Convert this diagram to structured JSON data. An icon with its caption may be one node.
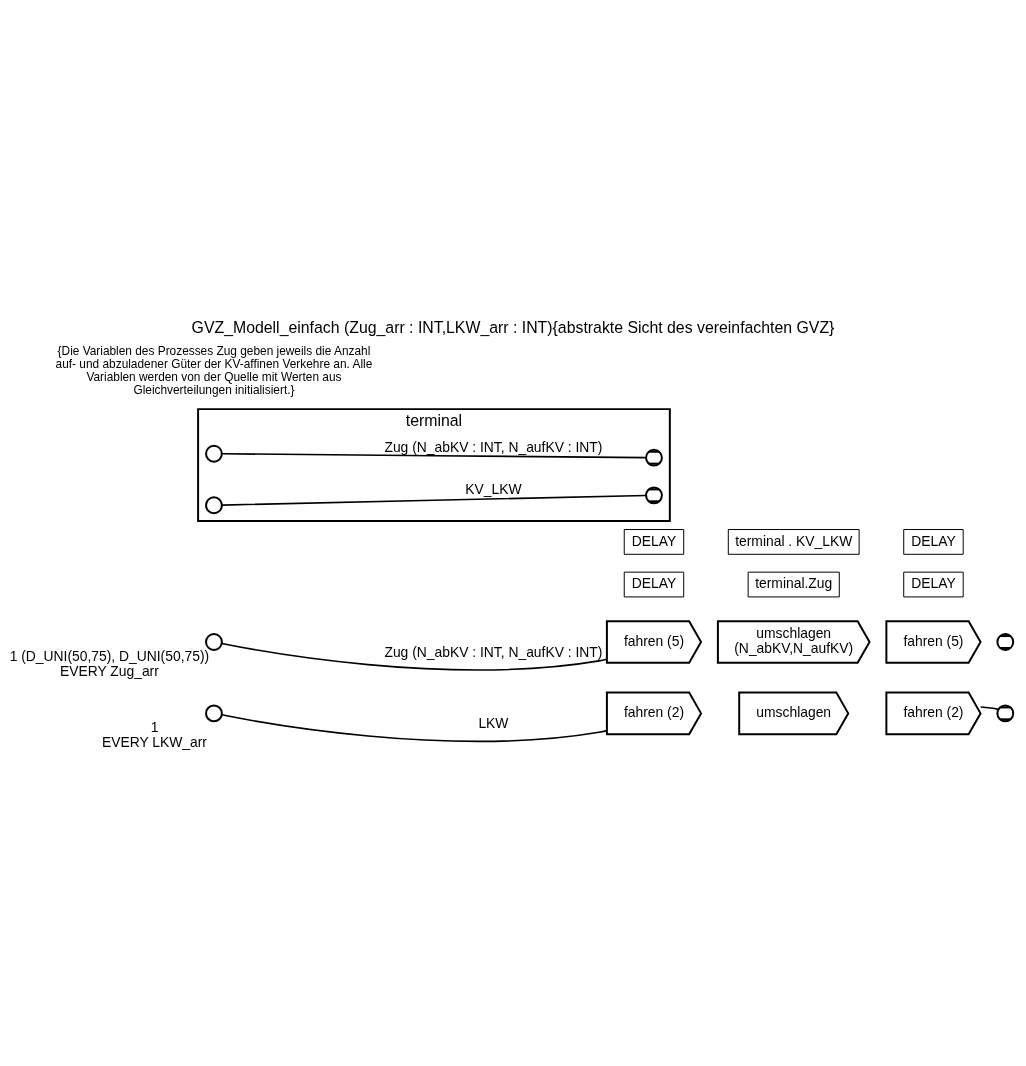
{
  "diagram": {
    "title": "GVZ_Modell_einfach (Zug_arr : INT,LKW_arr : INT){abstrakte Sicht des vereinfachten GVZ}",
    "nodes": [
      {
        "text": [],
        "shape": "circle",
        "beside": [
          "1 (D_UNI(50,75), D_UNI(50,75))",
          "EVERY Zug_arr"
        ]
      },
      {
        "text": [
          "fahren (5)"
        ]
      },
      {
        "text": [
          "umschlagen",
          "(N_abKV,N_aufKV)"
        ]
      },
      {
        "text": [
          "fahren (5)"
        ]
      },
      {
        "text": [],
        "shape": "circle"
      },
      {
        "text": [
          "DELAY"
        ]
      },
      {
        "text": [
          "terminal.Zug"
        ]
      },
      {
        "text": [
          "DELAY"
        ]
      },
      {
        "text": [],
        "shape": "circle",
        "beside": [
          "1",
          "EVERY LKW_arr"
        ]
      },
      {
        "text": [
          "fahren (2)"
        ]
      },
      {
        "text": [
          "umschlagen"
        ]
      },
      {
        "text": [
          "fahren (2)"
        ]
      },
      {
        "text": [],
        "shape": "circle"
      },
      {
        "text": [
          "DELAY"
        ]
      },
      {
        "text": [
          "terminal . KV_LKW"
        ]
      },
      {
        "text": [
          "DELAY"
        ]
      },
      {
        "text": [
          "terminal"
        ]
      },
      {
        "text": [],
        "shape": "circle",
        "in": 16
      },
      {
        "text": [],
        "shape": "circle",
        "in": 16
      },
      {
        "text": [],
        "shape": "circle",
        "in": 16
      },
      {
        "text": [],
        "shape": "circle",
        "in": 16
      }
    ],
    "edges": [
      {
        "from": 0,
        "to": 1,
        "arrow": "none",
        "label": "Zug (N_abKV : INT, N_aufKV : INT)"
      },
      {
        "from": 8,
        "to": 9,
        "arrow": "none",
        "label": "LKW"
      },
      {
        "from": 11,
        "to": 12,
        "arrow": "none"
      },
      {
        "from": 17,
        "to": 18,
        "arrow": "none",
        "label": "KV_LKW"
      },
      {
        "from": 19,
        "to": 20,
        "arrow": "none",
        "label": "Zug (N_abKV : INT, N_aufKV : INT)"
      }
    ],
    "labels": [
      "{Die Variablen des Prozesses Zug geben jeweils die Anzahl auf- und abzuladener Güter der KV-affinen Verkehre an. Alle Variablen werden von der Quelle mit Werten aus Gleichverteilungen initialisiert.}"
    ]
  }
}
